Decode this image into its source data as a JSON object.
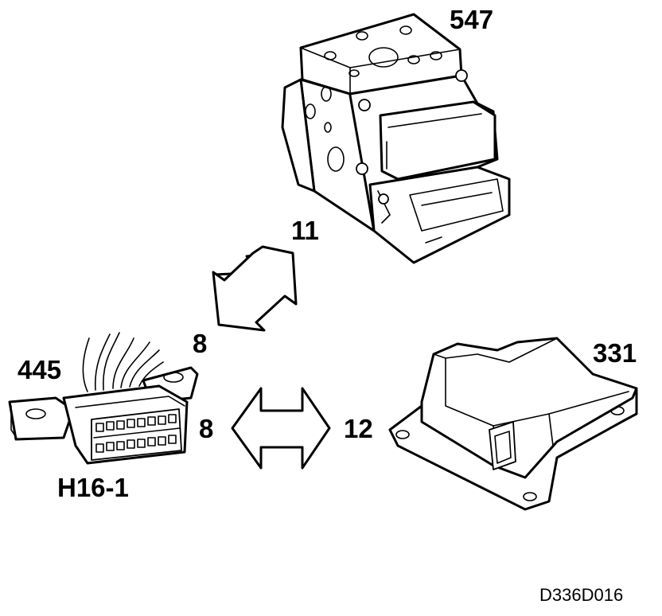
{
  "labels": {
    "abs_unit": "547",
    "airbag_unit": "331",
    "connector_num": "445",
    "connector_id": "H16-1",
    "pin_abs": "11",
    "pin_diag_upper": "8",
    "pin_diag_lower": "8",
    "pin_airbag": "12",
    "drawing_code": "D336D016"
  },
  "colors": {
    "line": "#000000",
    "background": "#ffffff"
  }
}
